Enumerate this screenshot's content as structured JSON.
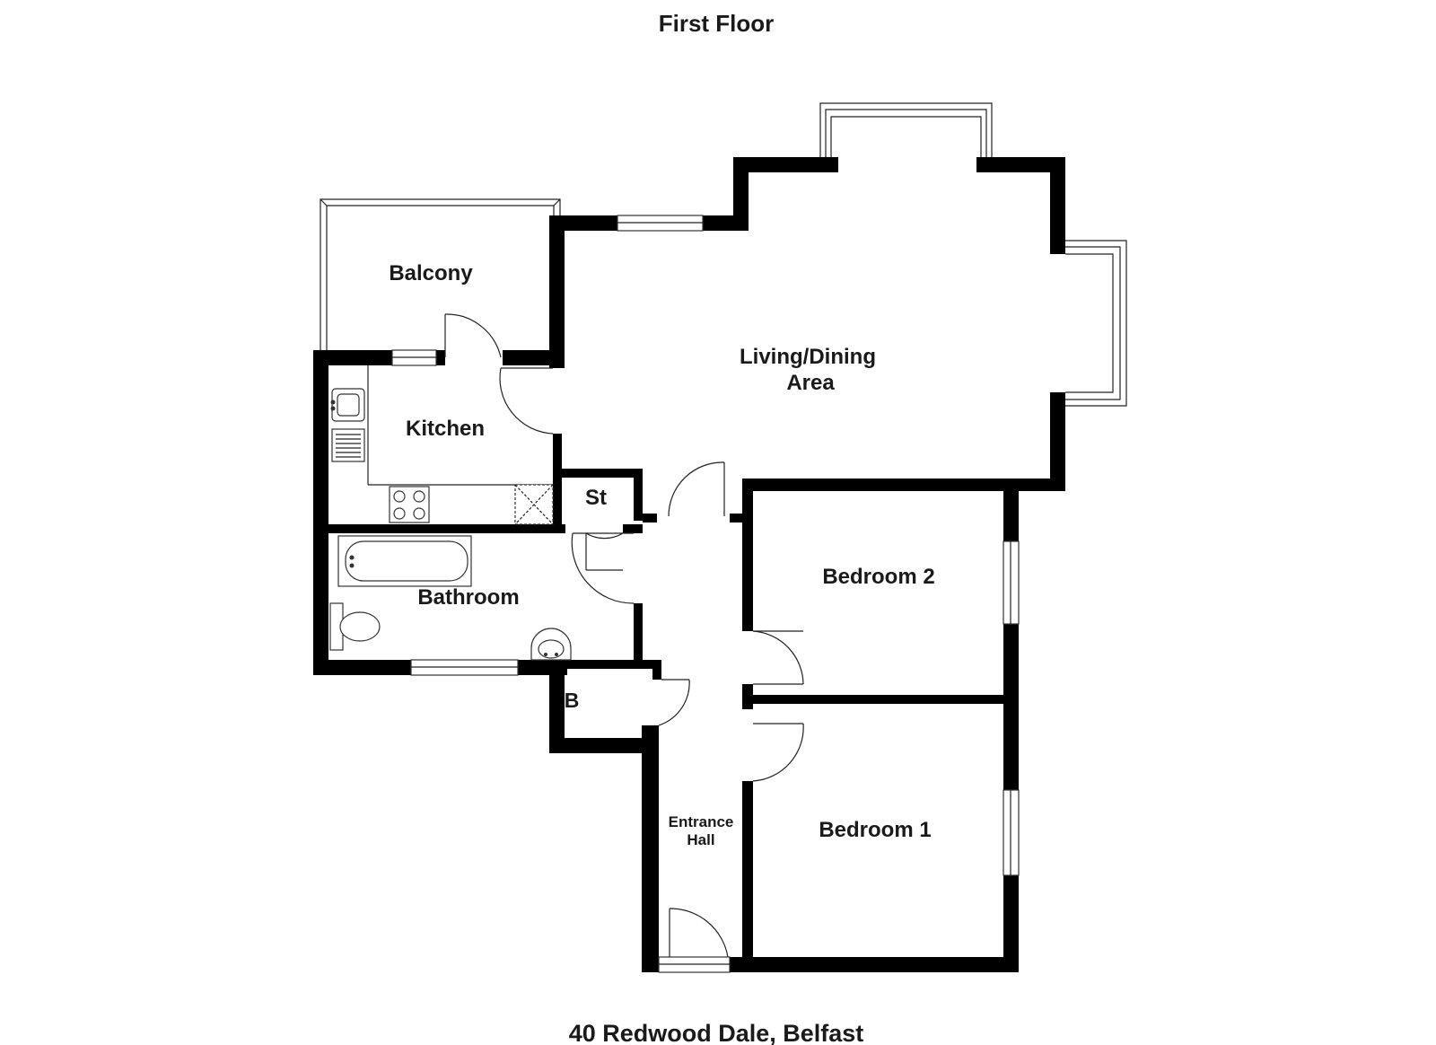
{
  "plan": {
    "floor_title": "First Floor",
    "address": "40 Redwood Dale, Belfast"
  },
  "rooms": {
    "balcony": "Balcony",
    "living_line1": "Living/Dining",
    "living_line2": "Area",
    "kitchen": "Kitchen",
    "store": "St",
    "bathroom": "Bathroom",
    "boiler": "B",
    "bedroom2": "Bedroom 2",
    "bedroom1": "Bedroom 1",
    "hall_line1": "Entrance",
    "hall_line2": "Hall"
  }
}
